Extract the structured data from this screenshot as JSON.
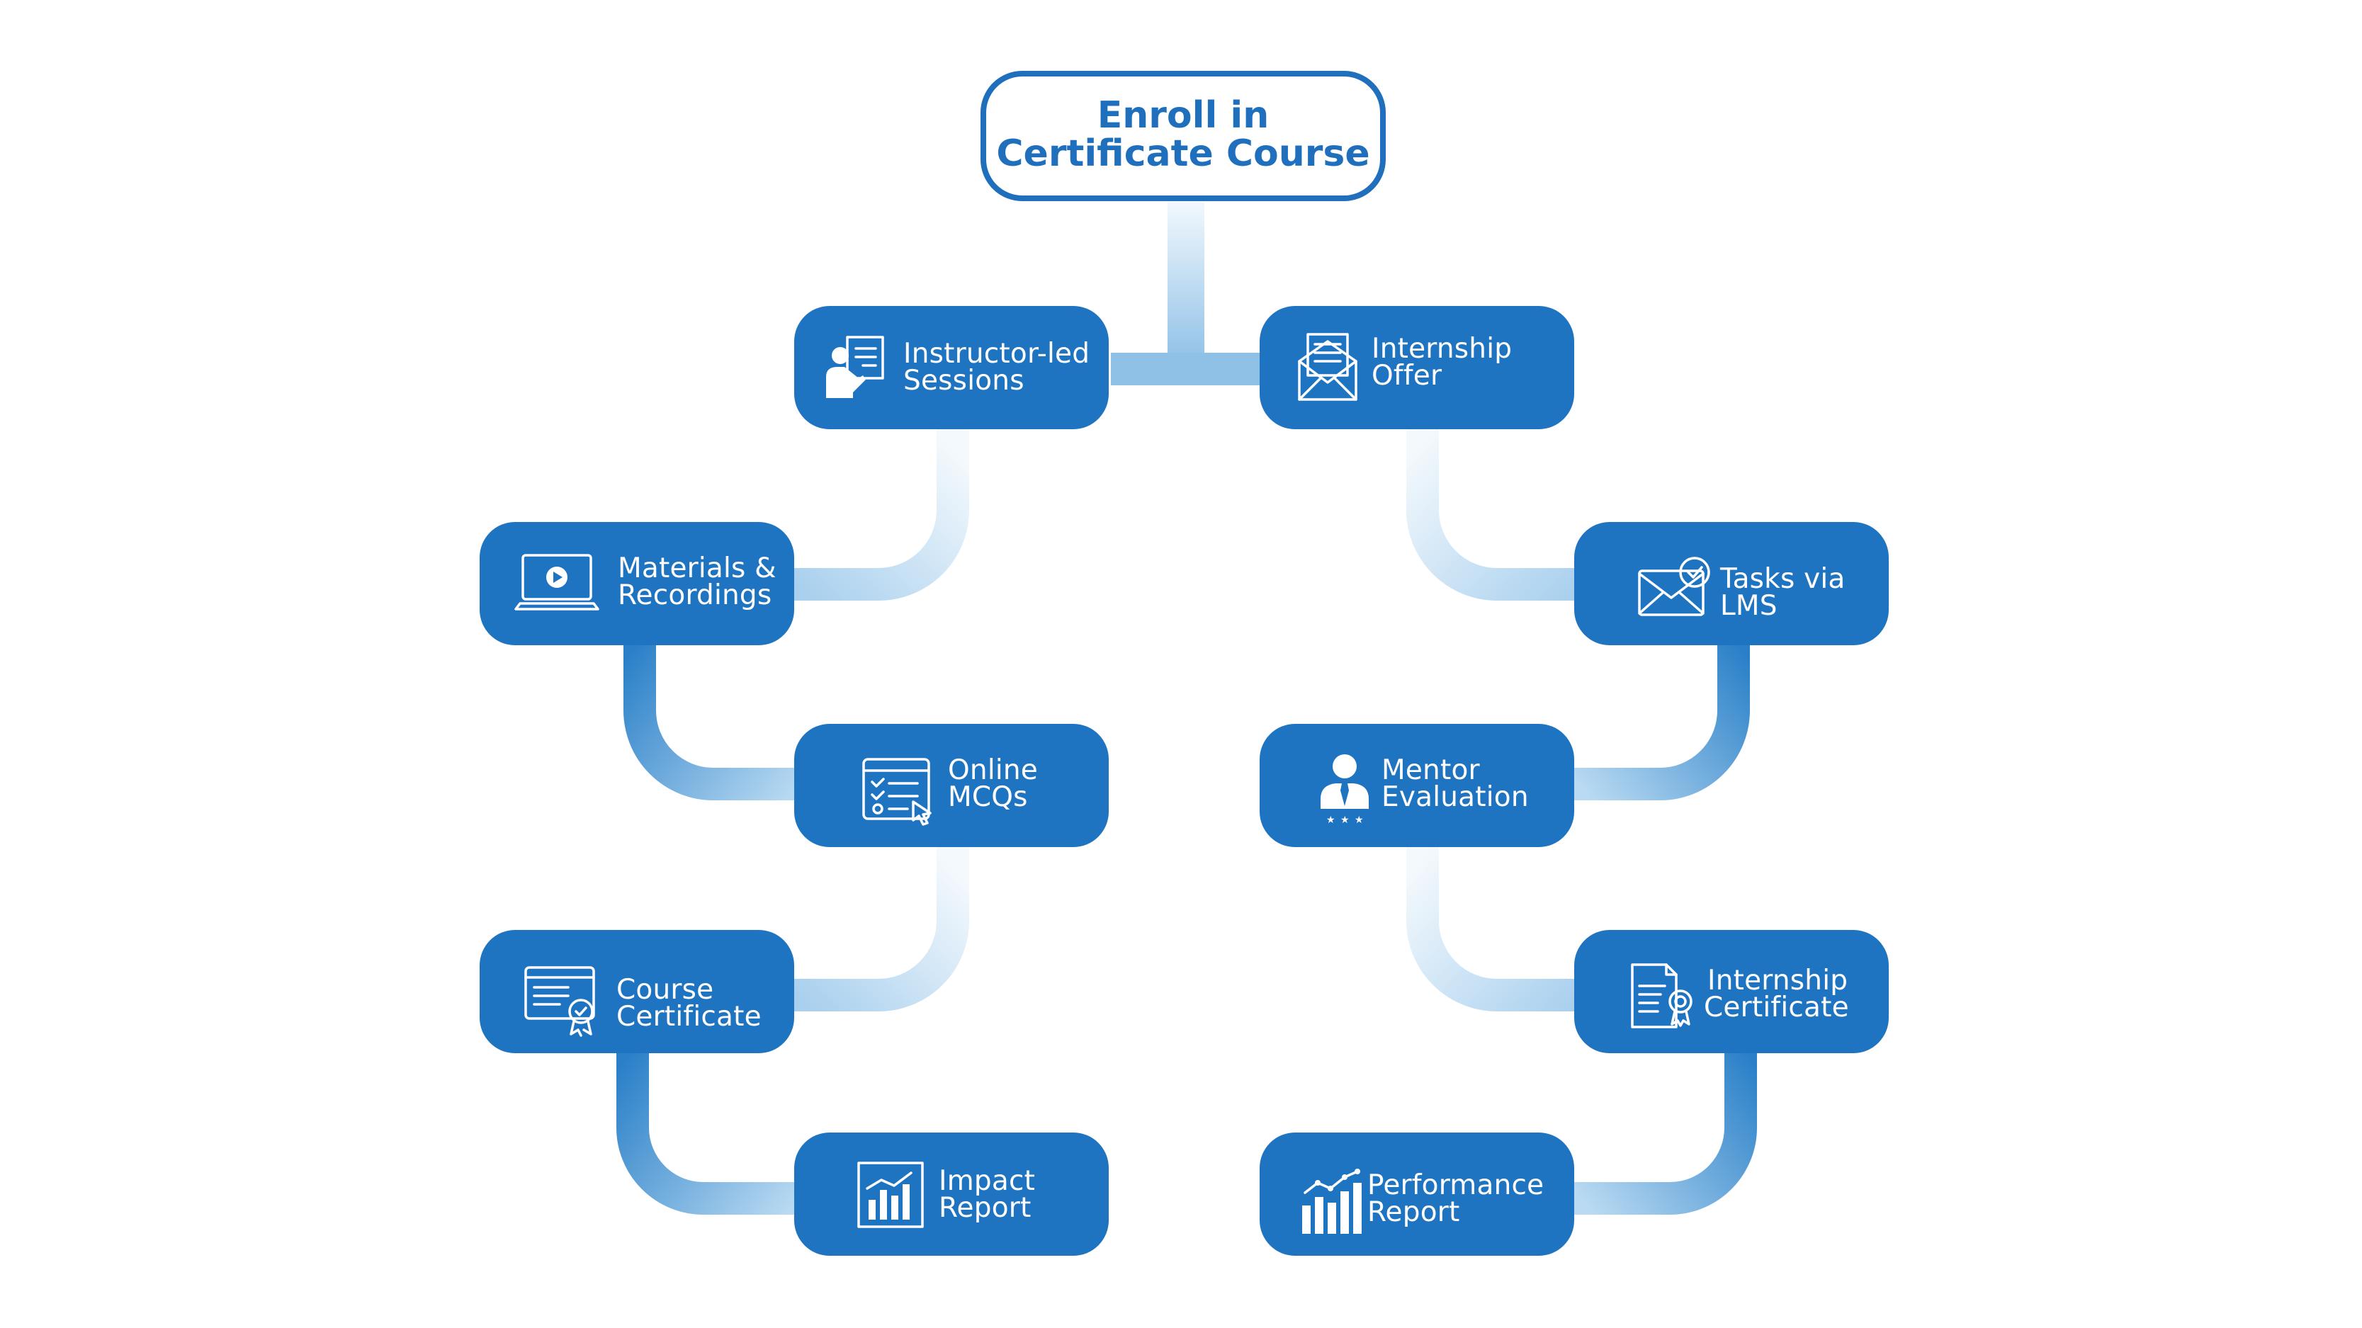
{
  "colors": {
    "box_fill": "#1f74c1",
    "root_border": "#1f6fbd",
    "root_text": "#1f6fbd",
    "connector_strong": "#2f86cc",
    "connector_faint": "#e6f1fa",
    "text": "#ffffff"
  },
  "root": {
    "line1": "Enroll in",
    "line2": "Certificate Course"
  },
  "nodes": {
    "instructor": {
      "line1": "Instructor-led",
      "line2": "Sessions",
      "icon": "presentation-icon"
    },
    "internship_offer": {
      "line1": "Internship",
      "line2": "Offer",
      "icon": "envelope-letter-icon"
    },
    "materials": {
      "line1": "Materials &",
      "line2": "Recordings",
      "icon": "laptop-play-icon"
    },
    "tasks": {
      "line1": "Tasks via",
      "line2": "LMS",
      "icon": "mail-check-icon"
    },
    "mcqs": {
      "line1": "Online",
      "line2": "MCQs",
      "icon": "quiz-checklist-icon"
    },
    "mentor": {
      "line1": "Mentor",
      "line2": "Evaluation",
      "icon": "mentor-rating-icon"
    },
    "course_cert": {
      "line1": "Course",
      "line2": "Certificate",
      "icon": "certificate-badge-icon"
    },
    "intern_cert": {
      "line1": "Internship",
      "line2": "Certificate",
      "icon": "document-seal-icon"
    },
    "impact": {
      "line1": "Impact",
      "line2": "Report",
      "icon": "bar-chart-icon"
    },
    "performance": {
      "line1": "Performance",
      "line2": "Report",
      "icon": "growth-chart-icon"
    }
  }
}
